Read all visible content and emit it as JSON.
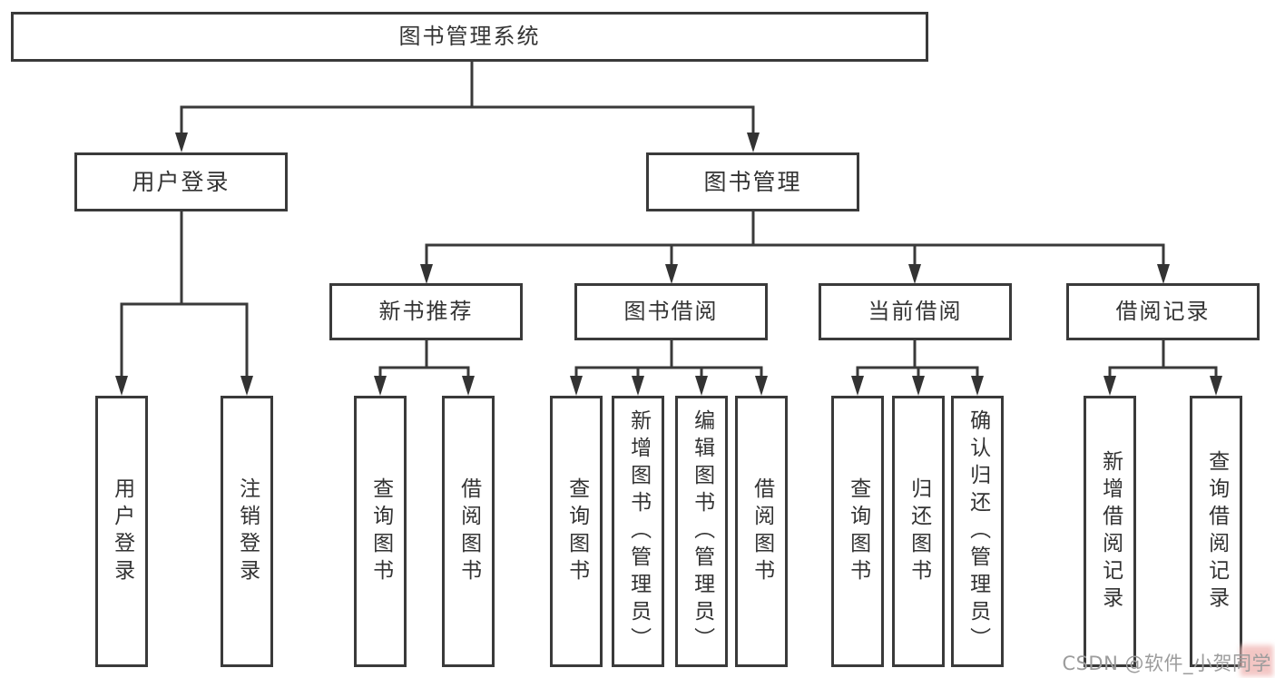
{
  "diagram": {
    "root": {
      "label": "图书管理系统"
    },
    "level2": [
      {
        "label": "用户登录"
      },
      {
        "label": "图书管理"
      }
    ],
    "level3": [
      {
        "label": "新书推荐"
      },
      {
        "label": "图书借阅"
      },
      {
        "label": "当前借阅"
      },
      {
        "label": "借阅记录"
      }
    ],
    "leaves": {
      "user_login": [
        {
          "label": "用户登录"
        },
        {
          "label": "注销登录"
        }
      ],
      "new_book": [
        {
          "label": "查询图书"
        },
        {
          "label": "借阅图书"
        }
      ],
      "book_borrow": [
        {
          "label": "查询图书"
        },
        {
          "label": "新增图书（管理员）"
        },
        {
          "label": "编辑图书（管理员）"
        },
        {
          "label": "借阅图书"
        }
      ],
      "current_borrow": [
        {
          "label": "查询图书"
        },
        {
          "label": "归还图书"
        },
        {
          "label": "确认归还（管理员）"
        }
      ],
      "borrow_records": [
        {
          "label": "新增借阅记录"
        },
        {
          "label": "查询借阅记录"
        }
      ]
    }
  },
  "watermark": {
    "text": "CSDN @软件_小贺同学"
  },
  "colors": {
    "line": "#3a3a3a",
    "arrow": "#333333",
    "text": "#333333",
    "watermark": "#9c9c9c",
    "watermark_highlight": "#f3c6c4"
  }
}
